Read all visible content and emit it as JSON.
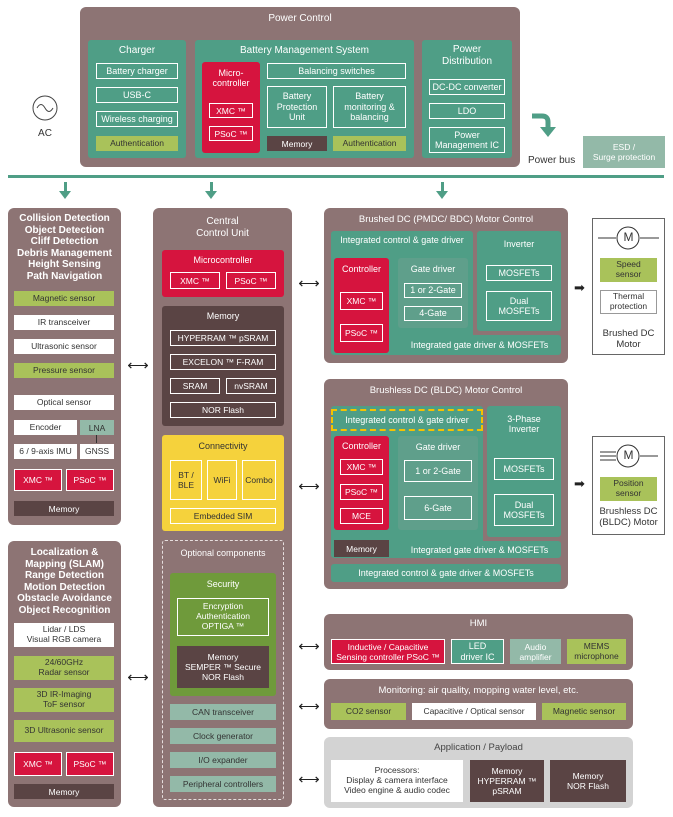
{
  "ac": {
    "label": "AC"
  },
  "power_control": {
    "title": "Power Control",
    "charger": {
      "title": "Charger",
      "items": [
        "Battery charger",
        "USB-C",
        "Wireless charging"
      ],
      "auth": "Authentication"
    },
    "bms": {
      "title": "Battery Management System",
      "micro_title": "Micro-\ncontroller",
      "xmc": "XMC ™",
      "psoc": "PSoC ™",
      "balancing": "Balancing switches",
      "protection": "Battery\nProtection\nUnit",
      "monitoring": "Battery\nmonitoring &\nbalancing",
      "memory": "Memory",
      "auth": "Authentication"
    },
    "distribution": {
      "title": "Power\nDistribution",
      "items": [
        "DC-DC converter",
        "LDO",
        "Power\nManagement IC"
      ]
    }
  },
  "power_bus": "Power bus",
  "esd": "ESD /\nSurge protection",
  "sensing": {
    "title": "Collision Detection\nObject Detection\nCliff Detection\nDebris Management\nHeight Sensing\nPath Navigation",
    "magnetic": "Magnetic sensor",
    "ir": "IR transceiver",
    "ultrasonic": "Ultrasonic sensor",
    "pressure": "Pressure sensor",
    "optical": "Optical sensor",
    "encoder": "Encoder",
    "lna": "LNA",
    "imu": "6 / 9-axis IMU",
    "gnss": "GNSS",
    "xmc": "XMC ™",
    "psoc": "PSoC ™",
    "memory": "Memory"
  },
  "slam": {
    "title": "Localization &\nMapping (SLAM)\nRange Detection\nMotion Detection\nObstacle Avoidance\nObject Recognition",
    "lidar": "Lidar / LDS\nVisual RGB camera",
    "radar": "24/60GHz\nRadar sensor",
    "tof": "3D IR-Imaging\nToF sensor",
    "ultrasonic": "3D Ultrasonic sensor",
    "xmc": "XMC ™",
    "psoc": "PSoC ™",
    "memory": "Memory"
  },
  "ccu": {
    "title": "Central\nControl Unit",
    "micro": {
      "title": "Microcontroller",
      "xmc": "XMC ™",
      "psoc": "PSoC ™"
    },
    "memory": {
      "title": "Memory",
      "hyperram": "HYPERRAM ™ pSRAM",
      "excelon": "EXCELON ™ F-RAM",
      "sram": "SRAM",
      "nvsram": "nvSRAM",
      "nor": "NOR Flash"
    },
    "connectivity": {
      "title": "Connectivity",
      "bt": "BT /\nBLE",
      "wifi": "WiFi",
      "combo": "Combo",
      "sim": "Embedded SIM"
    },
    "optional": {
      "title": "Optional components",
      "security": {
        "title": "Security",
        "enc": "Encryption\nAuthentication\nOPTIGA ™",
        "mem": "Memory\nSEMPER ™ Secure\nNOR Flash"
      },
      "items": [
        "CAN transceiver",
        "Clock generator",
        "I/O expander",
        "Peripheral controllers"
      ]
    }
  },
  "brushed": {
    "title": "Brushed DC (PMDC/ BDC) Motor Control",
    "integrated": "Integrated control & gate driver",
    "controller": "Controller",
    "xmc": "XMC ™",
    "psoc": "PSoC ™",
    "gate_title": "Gate driver",
    "gate1": "1 or 2-Gate",
    "gate2": "4-Gate",
    "inverter": "Inverter",
    "mosfets": "MOSFETs",
    "dual": "Dual\nMOSFETs",
    "integrated2": "Integrated gate driver & MOSFETs"
  },
  "brushed_motor": {
    "label": "Brushed DC\nMotor",
    "speed": "Speed\nsensor",
    "thermal": "Thermal\nprotection",
    "m": "M"
  },
  "bldc": {
    "title": "Brushless DC (BLDC) Motor Control",
    "integrated": "Integrated control & gate driver",
    "controller": "Controller",
    "xmc": "XMC ™",
    "psoc": "PSoC ™",
    "mce": "MCE",
    "gate_title": "Gate driver",
    "gate1": "1 or 2-Gate",
    "gate2": "6-Gate",
    "inverter": "3-Phase\nInverter",
    "mosfets": "MOSFETs",
    "dual": "Dual\nMOSFETs",
    "memory": "Memory",
    "integrated2": "Integrated gate driver & MOSFETs",
    "integrated3": "Integrated control & gate driver & MOSFETs"
  },
  "bldc_motor": {
    "label": "Brushless DC\n(BLDC) Motor",
    "position": "Position\nsensor",
    "m": "M"
  },
  "hmi": {
    "title": "HMI",
    "inductive": "Inductive / Capacitive\nSensing controller PSoC ™",
    "led": "LED\ndriver IC",
    "audio": "Audio\namplifier",
    "mems": "MEMS\nmicrophone"
  },
  "monitoring": {
    "title": "Monitoring: air quality, mopping water level, etc.",
    "co2": "CO2 sensor",
    "capacitive": "Capacitive / Optical sensor",
    "magnetic": "Magnetic sensor"
  },
  "application": {
    "title": "Application / Payload",
    "processors": "Processors:\nDisplay & camera interface\nVideo engine & audio codec",
    "memory1": "Memory\nHYPERRAM ™\npSRAM",
    "memory2": "Memory\nNOR Flash"
  },
  "arrows": {
    "bidir": "⟷",
    "right": "➡"
  },
  "colors": {
    "panel": "#8d7474",
    "teal": "#4f9e86",
    "red": "#d6143e",
    "green": "#a9c25a",
    "yellow": "#f5d23c",
    "dark": "#5a4444",
    "sage": "#93b9a8"
  }
}
